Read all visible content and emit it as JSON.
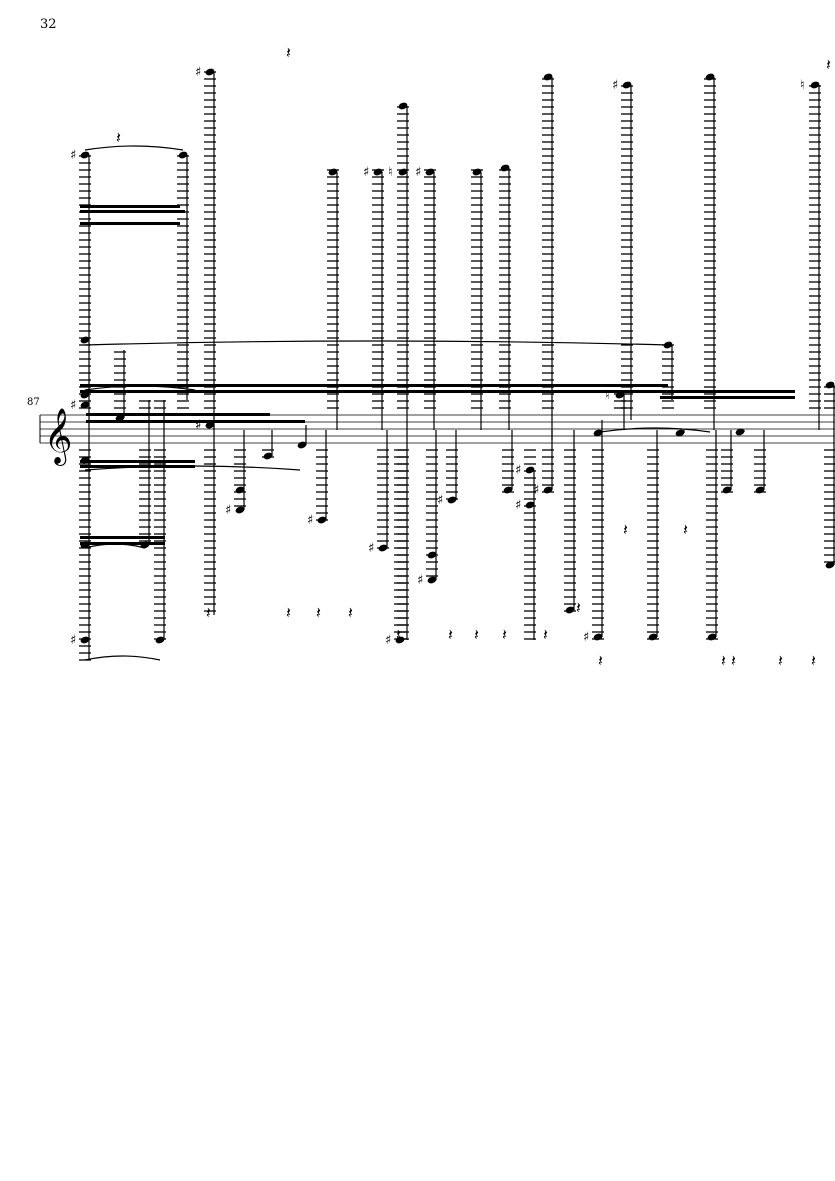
{
  "page": {
    "number": "32"
  },
  "system": {
    "measure_number": "87",
    "clef": "treble-clef"
  }
}
